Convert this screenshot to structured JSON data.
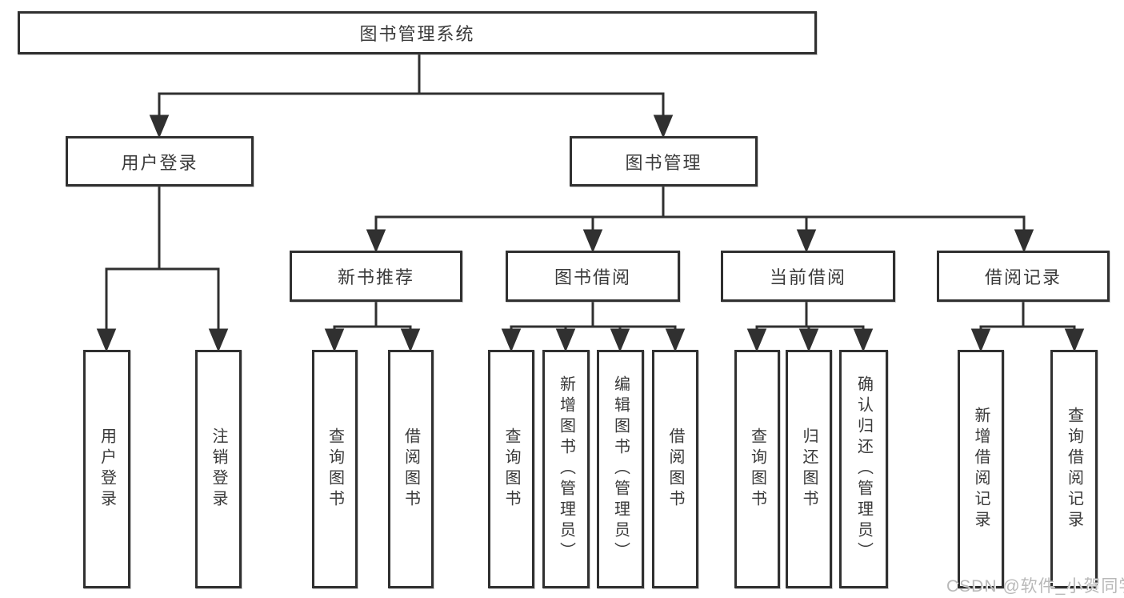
{
  "diagram": {
    "type": "hierarchy-tree",
    "title": "图书管理系统",
    "colors": {
      "line": "#303030",
      "box_border": "#303030",
      "text": "#3a3a3a",
      "background": "#ffffff",
      "watermark": "#b9b9b9"
    },
    "nodes": [
      {
        "id": "root",
        "label": "图书管理系统",
        "parent": null
      },
      {
        "id": "login",
        "label": "用户登录",
        "parent": "root"
      },
      {
        "id": "mgmt",
        "label": "图书管理",
        "parent": "root"
      },
      {
        "id": "rec",
        "label": "新书推荐",
        "parent": "mgmt"
      },
      {
        "id": "borrow",
        "label": "图书借阅",
        "parent": "mgmt"
      },
      {
        "id": "current",
        "label": "当前借阅",
        "parent": "mgmt"
      },
      {
        "id": "records",
        "label": "借阅记录",
        "parent": "mgmt"
      },
      {
        "id": "login-user",
        "label": "用户登录",
        "parent": "login"
      },
      {
        "id": "login-logout",
        "label": "注销登录",
        "parent": "login"
      },
      {
        "id": "rec-query",
        "label": "查询图书",
        "parent": "rec"
      },
      {
        "id": "rec-borrow",
        "label": "借阅图书",
        "parent": "rec"
      },
      {
        "id": "borrow-query",
        "label": "查询图书",
        "parent": "borrow"
      },
      {
        "id": "borrow-add",
        "label": "新增图书（管理员）",
        "parent": "borrow"
      },
      {
        "id": "borrow-edit",
        "label": "编辑图书（管理员）",
        "parent": "borrow"
      },
      {
        "id": "borrow-borrow",
        "label": "借阅图书",
        "parent": "borrow"
      },
      {
        "id": "current-query",
        "label": "查询图书",
        "parent": "current"
      },
      {
        "id": "current-return",
        "label": "归还图书",
        "parent": "current"
      },
      {
        "id": "current-confirm",
        "label": "确认归还（管理员）",
        "parent": "current"
      },
      {
        "id": "records-add",
        "label": "新增借阅记录",
        "parent": "records"
      },
      {
        "id": "records-query",
        "label": "查询借阅记录",
        "parent": "records"
      }
    ],
    "watermark": {
      "text": "CSDN @软件_小贺同学"
    }
  }
}
